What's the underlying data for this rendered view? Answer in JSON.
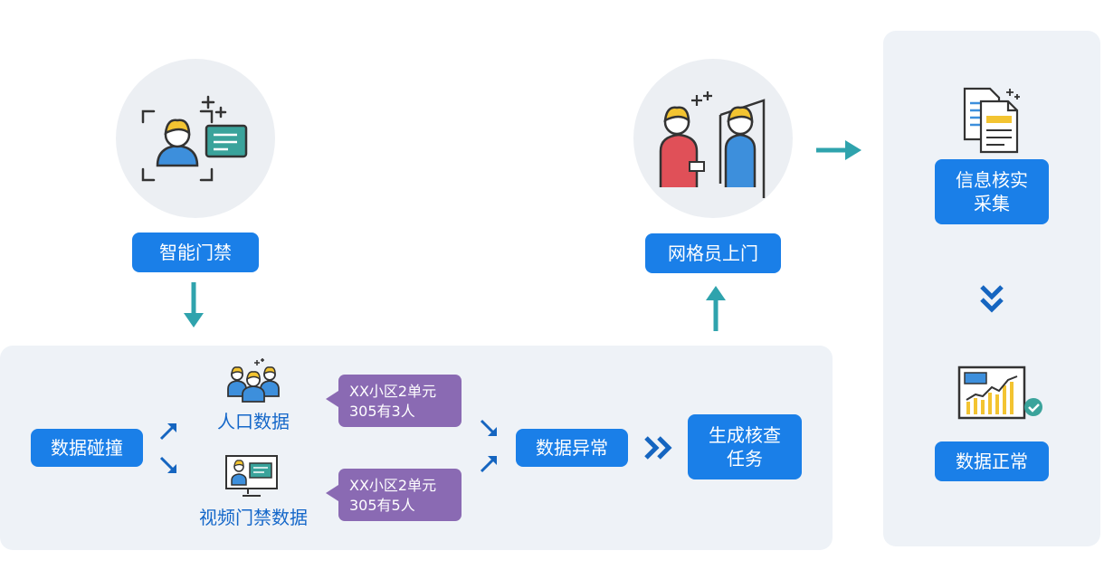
{
  "nodes": {
    "smart_access": "智能门禁",
    "grid_visit": "网格员上门",
    "info_collect": "信息核实采集",
    "data_collide": "数据碰撞",
    "population_data": "人口数据",
    "video_access_data": "视频门禁数据",
    "data_abnormal": "数据异常",
    "gen_task": "生成核查任务",
    "data_normal": "数据正常"
  },
  "bubbles": {
    "population": "XX小区2单元\n305有3人",
    "video": "XX小区2单元\n305有5人"
  },
  "colors": {
    "accent_blue": "#1a7fe8",
    "teal_arrow": "#2fa3ad",
    "bubble_purple": "#8a6ab3",
    "panel_bg": "#eef2f7",
    "label_blue": "#1467c9",
    "dark_blue": "#1565c0"
  },
  "icons": [
    "face-scan-icon",
    "grid-worker-door-icon",
    "documents-icon",
    "chart-monitor-check-icon",
    "people-group-icon",
    "video-monitor-icon"
  ]
}
